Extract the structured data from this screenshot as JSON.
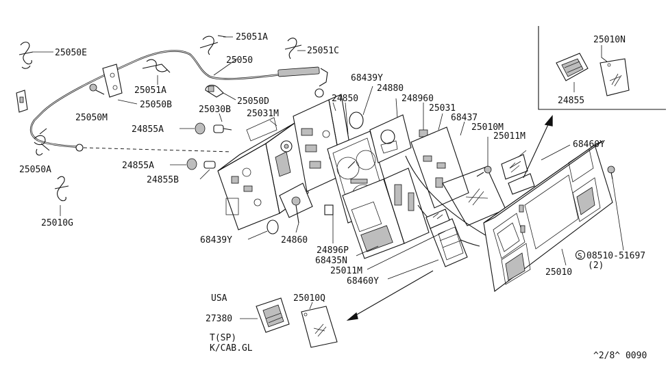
{
  "labels": {
    "p25050E": "25050E",
    "p25051A_top": "25051A",
    "p25051C": "25051C",
    "p25050": "25050",
    "p25051A_mid": "25051A",
    "p25050D": "25050D",
    "p25050M": "25050M",
    "p25050B": "25050B",
    "p25030B": "25030B",
    "p25031M": "25031M",
    "p24850": "24850",
    "p68439Y_top": "68439Y",
    "p24880": "24880",
    "p248960": "248960",
    "p25031": "25031",
    "p68437": "68437",
    "p25010M": "25010M",
    "p25011M_top": "25011M",
    "p68460Y_right": "68460Y",
    "p24855A_1": "24855A",
    "p24855A_2": "24855A",
    "p24855B": "24855B",
    "p25050A": "25050A",
    "p25010G": "25010G",
    "p68439Y_bot": "68439Y",
    "p24860": "24860",
    "p24896P": "24896P",
    "p68435N": "68435N",
    "p25011M_bot": "25011M",
    "p68460Y_bot": "68460Y",
    "p25010": "25010",
    "p08510": "08510-51697",
    "p08510_qty": "(2)",
    "screw_symbol": "S",
    "inset_25010N": "25010N",
    "inset_24855": "24855",
    "usa": "USA",
    "p27380": "27380",
    "p25010Q": "25010Q",
    "tsp": "T(SP)",
    "kcab": "K/CAB.GL",
    "diagram_code": "^2/8^ 0090"
  }
}
